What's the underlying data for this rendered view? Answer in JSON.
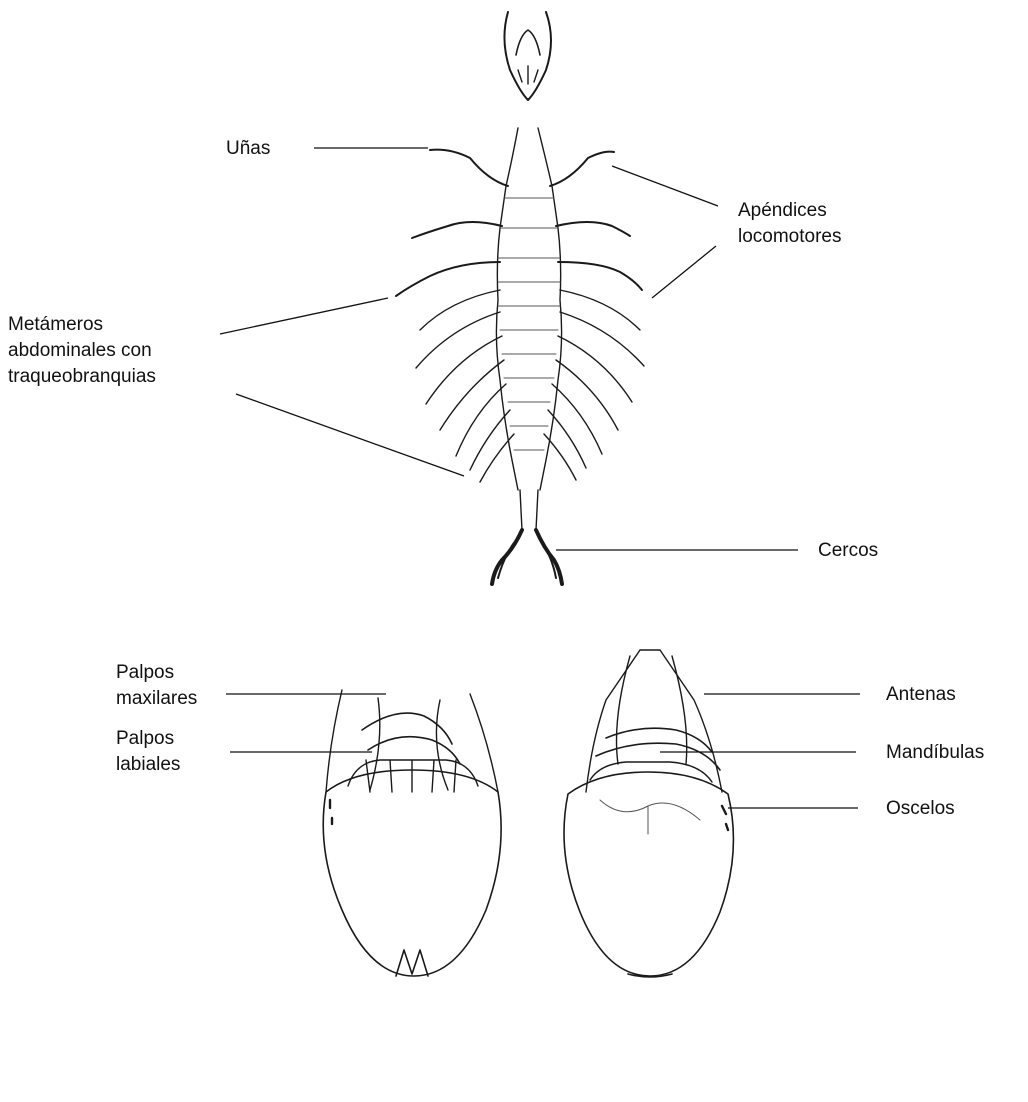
{
  "figure": {
    "ink_color": "#1a1a1a",
    "background": "#ffffff",
    "larva_labels": {
      "unas": "Uñas",
      "apendices": [
        "Apéndices",
        "locomotores"
      ],
      "metameros": [
        "Metámeros",
        "abdominales con",
        "traqueobranquias"
      ],
      "cercos": "Cercos"
    },
    "head_labels": {
      "palpos_maxilares": [
        "Palpos",
        "maxilares"
      ],
      "palpos_labiales": [
        "Palpos",
        "labiales"
      ],
      "antenas": "Antenas",
      "mandibulas": "Mandíbulas",
      "oscelos": "Oscelos"
    }
  }
}
